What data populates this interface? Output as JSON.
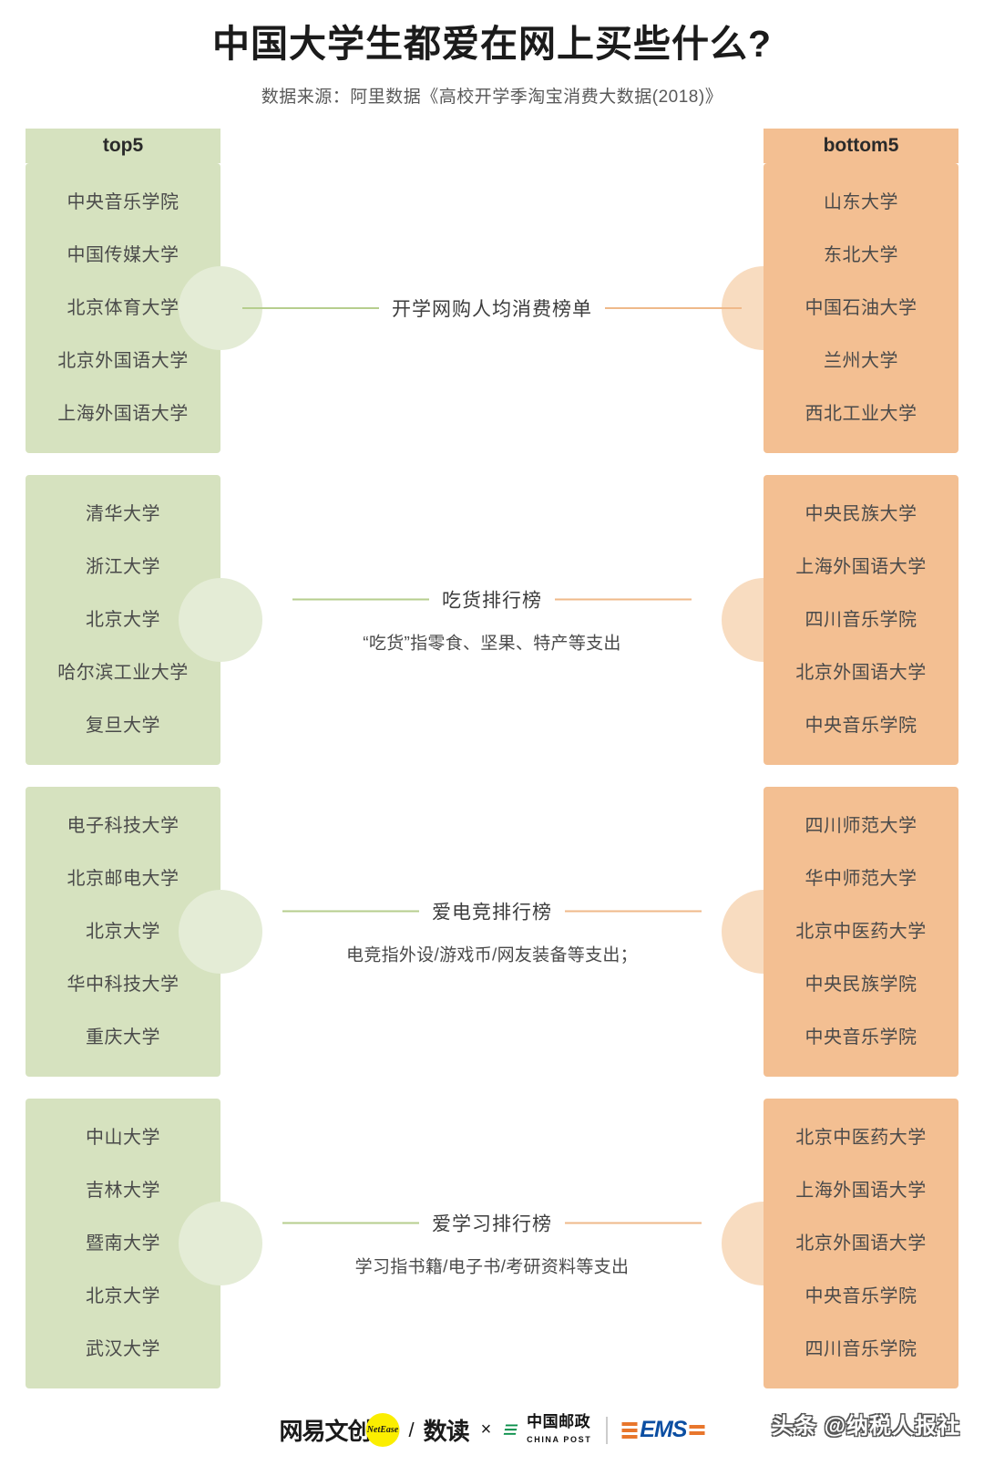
{
  "header": {
    "title": "中国大学生都爱在网上买些什么?",
    "source": "数据来源：阿里数据《高校开学季淘宝消费大数据(2018)》"
  },
  "columns": {
    "left_label": "top5",
    "right_label": "bottom5"
  },
  "colors": {
    "left_panel": "#d6e2bf",
    "right_panel": "#f3bf92",
    "left_bump": "#e4ecd6",
    "right_bump": "#f8dcc0",
    "left_rule": "#b6ce8e",
    "right_rule": "#efb98a",
    "title": "#1b1b1b"
  },
  "rows": [
    {
      "title": "开学网购人均消费榜单",
      "note": "",
      "top5": [
        "中央音乐学院",
        "中国传媒大学",
        "北京体育大学",
        "北京外国语大学",
        "上海外国语大学"
      ],
      "bottom5": [
        "山东大学",
        "东北大学",
        "中国石油大学",
        "兰州大学",
        "西北工业大学"
      ]
    },
    {
      "title": "吃货排行榜",
      "note": "“吃货”指零食、坚果、特产等支出",
      "top5": [
        "清华大学",
        "浙江大学",
        "北京大学",
        "哈尔滨工业大学",
        "复旦大学"
      ],
      "bottom5": [
        "中央民族大学",
        "上海外国语大学",
        "四川音乐学院",
        "北京外国语大学",
        "中央音乐学院"
      ]
    },
    {
      "title": "爱电竞排行榜",
      "note": "电竞指外设/游戏币/网友装备等支出；",
      "top5": [
        "电子科技大学",
        "北京邮电大学",
        "北京大学",
        "华中科技大学",
        "重庆大学"
      ],
      "bottom5": [
        "四川师范大学",
        "华中师范大学",
        "北京中医药大学",
        "中央民族学院",
        "中央音乐学院"
      ]
    },
    {
      "title": "爱学习排行榜",
      "note": "学习指书籍/电子书/考研资料等支出",
      "top5": [
        "中山大学",
        "吉林大学",
        "暨南大学",
        "北京大学",
        "武汉大学"
      ],
      "bottom5": [
        "北京中医药大学",
        "上海外国语大学",
        "北京外国语大学",
        "中央音乐学院",
        "四川音乐学院"
      ]
    }
  ],
  "footer": {
    "netease_cn": "网易文创",
    "netease_en": "NetEase",
    "slash": "/",
    "shudu": "数读",
    "times": "×",
    "post_cn": "中国邮政",
    "post_en": "CHINA POST",
    "ems": "EMS",
    "watermark": "头条 @纳税人报社"
  }
}
